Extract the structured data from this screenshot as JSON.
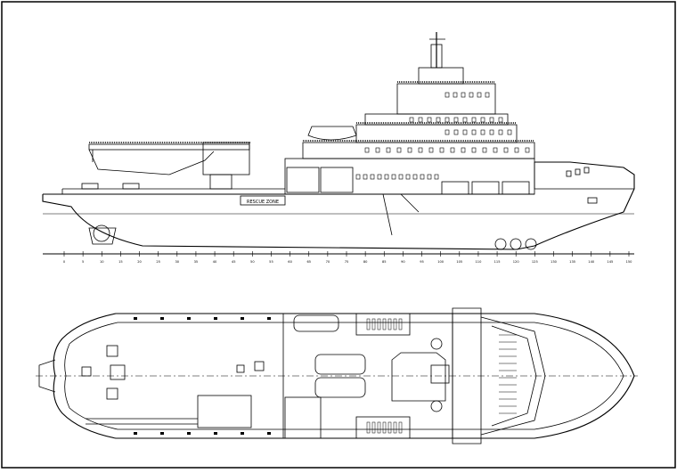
{
  "drawing": {
    "profile_label": "RESCUE ZONE",
    "frame_scale": {
      "ticks": [
        "0",
        "5",
        "10",
        "15",
        "20",
        "25",
        "30",
        "35",
        "40",
        "45",
        "50",
        "55",
        "60",
        "65",
        "70",
        "75",
        "80",
        "85",
        "90",
        "95",
        "100",
        "105",
        "110",
        "115",
        "120",
        "125",
        "130",
        "135",
        "140",
        "145",
        "150"
      ]
    }
  },
  "colors": {
    "line": "#000000",
    "paper": "#ffffff",
    "frame": "#000000"
  }
}
